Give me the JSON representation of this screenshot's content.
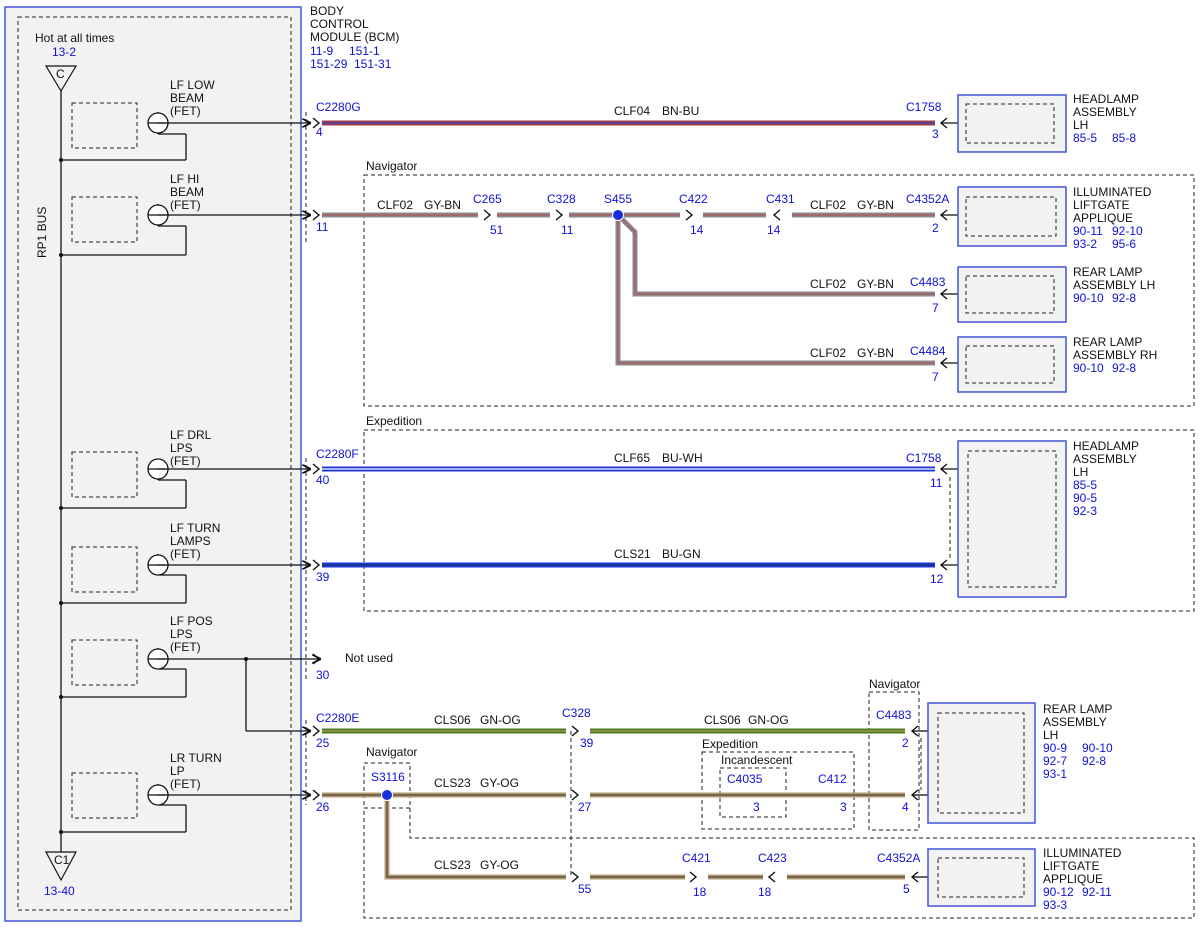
{
  "colors": {
    "bn_bu_core": "#a0394c",
    "gy_bn_core": "#8a8a8a",
    "gy_bn_stripe": "#b2585e",
    "bu_wh_core": "#1d35d8",
    "bu_gn_core": "#1d35d8",
    "gn_og_core": "#4a7b22",
    "gy_og_core": "#b49a73",
    "ref_blue": "#1010d8",
    "module_border": "#4355d8"
  },
  "bcm": {
    "title_lines": [
      "BODY",
      "CONTROL",
      "MODULE (BCM)"
    ],
    "refs": [
      "11-9",
      "151-1",
      "151-29",
      "151-31"
    ],
    "hot_label": "Hot at all times",
    "hot_ref": "13-2",
    "top_terminal": "C",
    "bus_label": "RP1 BUS",
    "bottom_terminal": "C1",
    "bottom_ref": "13-40",
    "fets": [
      {
        "line1": "LF LOW",
        "line2": "BEAM",
        "line3": "(FET)"
      },
      {
        "line1": "LF HI",
        "line2": "BEAM",
        "line3": "(FET)"
      },
      {
        "line1": "LF DRL",
        "line2": "LPS",
        "line3": "(FET)"
      },
      {
        "line1": "LF TURN",
        "line2": "LAMPS",
        "line3": "(FET)"
      },
      {
        "line1": "LF POS",
        "line2": "LPS",
        "line3": "(FET)"
      },
      {
        "line1": "LR TURN",
        "line2": "LP",
        "line3": "(FET)"
      }
    ]
  },
  "circuits": {
    "clf04": {
      "name": "CLF04",
      "color": "BN-BU",
      "conn_a": "C2280G",
      "pin_a": "4",
      "conn_b": "C1758",
      "pin_b": "3"
    },
    "clf02": {
      "name": "CLF02",
      "color": "GY-BN",
      "pin_a": "11",
      "c265": "C265",
      "c265_pin": "51",
      "c328": "C328",
      "c328_pin": "11",
      "splice": "S455",
      "c422": "C422",
      "c422_pin": "14",
      "c431": "C431",
      "c431_pin": "14",
      "c4352a": "C4352A",
      "c4352a_pin": "2",
      "c4483": "C4483",
      "c4483_pin": "7",
      "c4484": "C4484",
      "c4484_pin": "7"
    },
    "clf65": {
      "name": "CLF65",
      "color": "BU-WH",
      "conn_a": "C2280F",
      "pin_a": "40",
      "conn_b": "C1758",
      "pin_b": "11"
    },
    "cls21": {
      "name": "CLS21",
      "color": "BU-GN",
      "pin_a": "39",
      "pin_b": "12"
    },
    "not_used": {
      "label": "Not used",
      "pin": "30"
    },
    "cls06": {
      "name": "CLS06",
      "color": "GN-OG",
      "conn_a": "C2280E",
      "pin_a": "25",
      "c328": "C328",
      "c328_pin": "39",
      "c4483": "C4483",
      "c4483_pin": "2"
    },
    "cls23": {
      "name": "CLS23",
      "color": "GY-OG",
      "pin_a": "26",
      "splice": "S3116",
      "pin_27": "27",
      "c4035": "C4035",
      "c4035_pin": "3",
      "c412": "C412",
      "c412_pin": "3",
      "pin_4": "4",
      "pin_55": "55",
      "c421": "C421",
      "c421_pin": "18",
      "c423": "C423",
      "c423_pin": "18",
      "c4352a": "C4352A",
      "c4352a_pin": "5"
    }
  },
  "regions": {
    "navigator": "Navigator",
    "expedition": "Expedition",
    "incandescent": "Incandescent"
  },
  "components": {
    "headlamp_1": {
      "lines": [
        "HEADLAMP",
        "ASSEMBLY",
        "LH"
      ],
      "refs": [
        "85-5",
        "85-8"
      ]
    },
    "liftgate_1": {
      "lines": [
        "ILLUMINATED",
        "LIFTGATE",
        "APPLIQUE"
      ],
      "refs": [
        "90-11",
        "92-10",
        "93-2",
        "95-6"
      ]
    },
    "rear_lh_1": {
      "lines": [
        "REAR LAMP",
        "ASSEMBLY LH"
      ],
      "refs": [
        "90-10",
        "92-8"
      ]
    },
    "rear_rh": {
      "lines": [
        "REAR LAMP",
        "ASSEMBLY RH"
      ],
      "refs": [
        "90-10",
        "92-8"
      ]
    },
    "headlamp_2": {
      "lines": [
        "HEADLAMP",
        "ASSEMBLY",
        "LH"
      ],
      "refs": [
        "85-5",
        "90-5",
        "92-3"
      ]
    },
    "rear_lh_2": {
      "lines": [
        "REAR LAMP",
        "ASSEMBLY",
        "LH"
      ],
      "refs": [
        "90-9",
        "90-10",
        "92-7",
        "92-8",
        "93-1"
      ]
    },
    "liftgate_2": {
      "lines": [
        "ILLUMINATED",
        "LIFTGATE",
        "APPLIQUE"
      ],
      "refs": [
        "90-12",
        "92-11",
        "93-3"
      ]
    }
  }
}
